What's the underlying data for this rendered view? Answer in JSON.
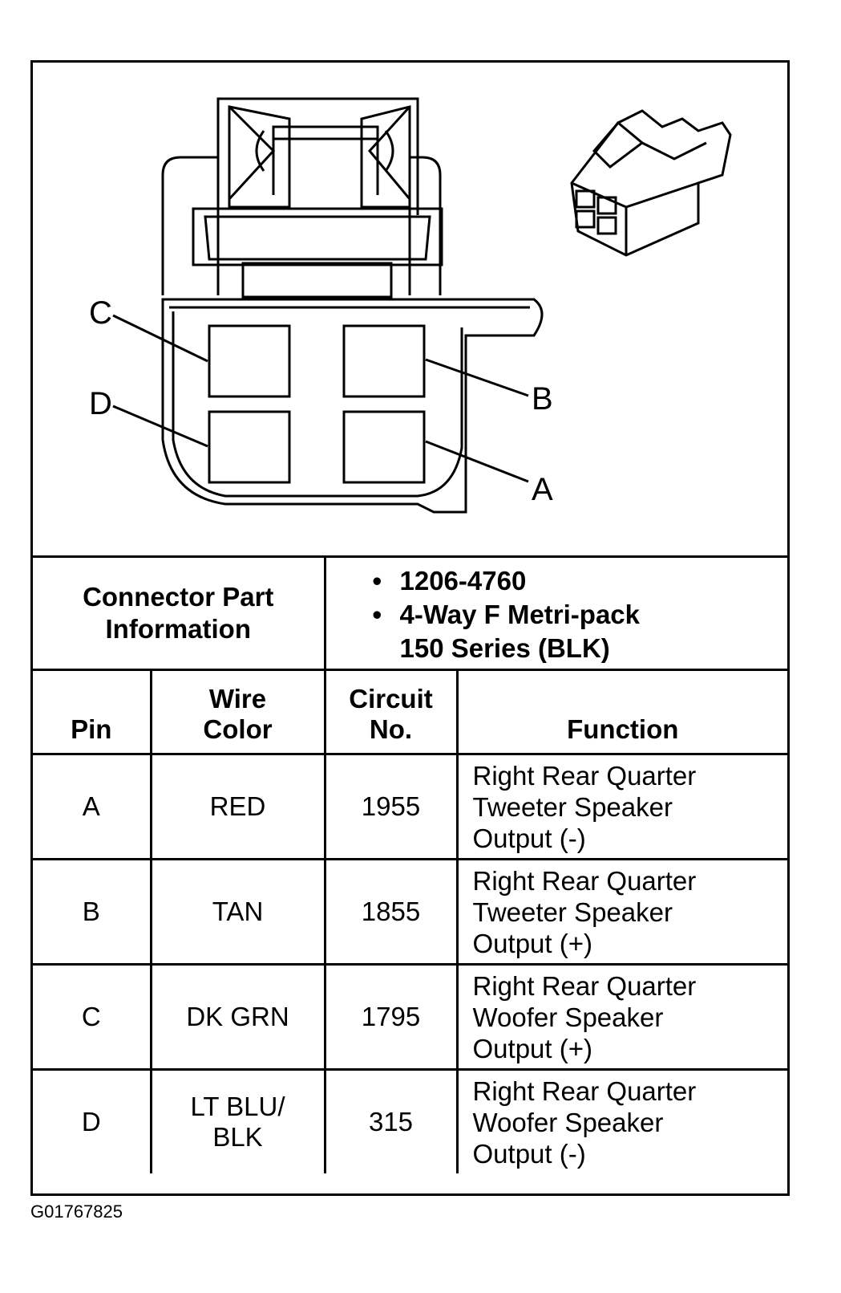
{
  "pin_labels": [
    "C",
    "D",
    "B",
    "A"
  ],
  "connector_part": {
    "label_line1": "Connector Part",
    "label_line2": "Information",
    "part_number": "1206-4760",
    "description_line1": "4-Way F Metri-pack",
    "description_line2": "150 Series (BLK)"
  },
  "table": {
    "headers": {
      "pin": "Pin",
      "wire_line1": "Wire",
      "wire_line2": "Color",
      "circuit_line1": "Circuit",
      "circuit_line2": "No.",
      "function": "Function"
    },
    "rows": [
      {
        "pin": "A",
        "wire_line1": "RED",
        "wire_line2": "",
        "circuit": "1955",
        "func_line1": "Right Rear Quarter",
        "func_line2": "Tweeter Speaker",
        "func_line3": "Output (-)"
      },
      {
        "pin": "B",
        "wire_line1": "TAN",
        "wire_line2": "",
        "circuit": "1855",
        "func_line1": "Right Rear Quarter",
        "func_line2": "Tweeter Speaker",
        "func_line3": "Output (+)"
      },
      {
        "pin": "C",
        "wire_line1": "DK GRN",
        "wire_line2": "",
        "circuit": "1795",
        "func_line1": "Right Rear Quarter",
        "func_line2": "Woofer Speaker",
        "func_line3": "Output (+)"
      },
      {
        "pin": "D",
        "wire_line1": "LT BLU/",
        "wire_line2": "BLK",
        "circuit": "315",
        "func_line1": "Right Rear Quarter",
        "func_line2": "Woofer Speaker",
        "func_line3": "Output (-)"
      }
    ]
  },
  "figure_id": "G01767825"
}
